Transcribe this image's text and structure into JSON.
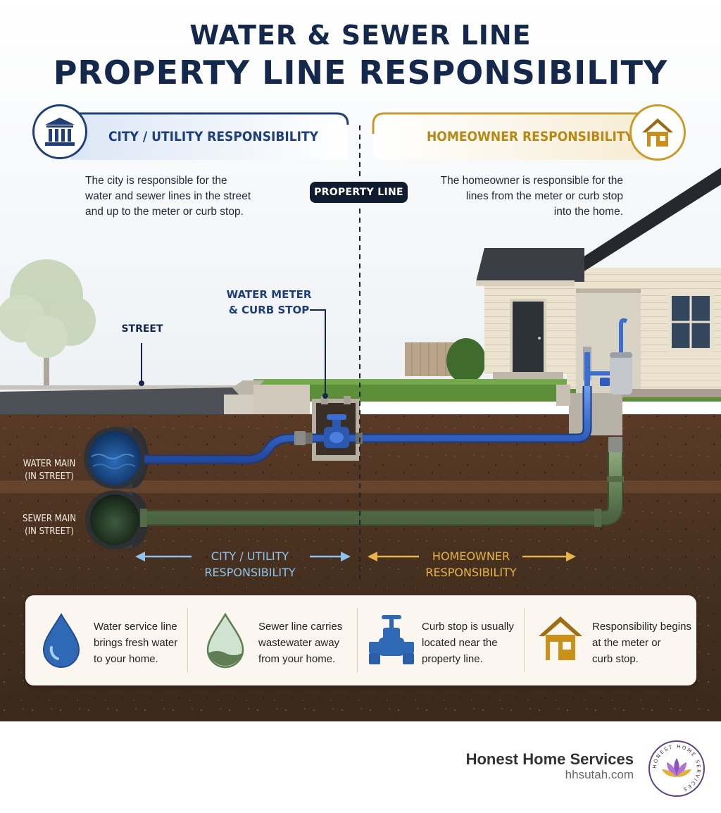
{
  "title": {
    "line1": "WATER & SEWER LINE",
    "line2": "PROPERTY LINE RESPONSIBILITY"
  },
  "city": {
    "banner": "CITY / UTILITY RESPONSIBILITY",
    "description": "The city is responsible for the\nwater and sewer lines in the street\nand up to the meter or curb stop.",
    "icon": "government-building-icon",
    "arrow_label": "CITY / UTILITY\nRESPONSIBILITY"
  },
  "homeowner": {
    "banner": "HOMEOWNER RESPONSIBILITY",
    "description": "The homeowner is responsible for the\nlines from the meter or curb stop\ninto the home.",
    "icon": "house-icon",
    "arrow_label": "HOMEOWNER\nRESPONSIBILITY"
  },
  "property_line_label": "PROPERTY LINE",
  "labels": {
    "street": "STREET",
    "meter": "WATER METER\n& CURB STOP",
    "water_main": "WATER MAIN\n(IN STREET)",
    "sewer_main": "SEWER MAIN\n(IN STREET)"
  },
  "info": [
    {
      "icon": "water-drop-icon",
      "text": "Water service line\nbrings fresh water\nto your home."
    },
    {
      "icon": "wastewater-drop-icon",
      "text": "Sewer line carries\nwastewater away\nfrom your home."
    },
    {
      "icon": "valve-icon",
      "text": "Curb stop is usually\nlocated near the\nproperty line."
    },
    {
      "icon": "house-icon",
      "text": "Responsibility begins\nat the meter or\ncurb stop."
    }
  ],
  "brand": {
    "name": "Honest Home Services",
    "url": "hhsutah.com",
    "logo_text": "HONEST HOME SERVICES",
    "icon": "lotus-logo-icon"
  },
  "colors": {
    "navy": "#14284b",
    "city_blue": "#1f3f7a",
    "homeowner_gold": "#b88714",
    "water_pipe": "#3a6fd0",
    "sewer_pipe": "#6e8a5e",
    "soil": "#4a3021",
    "grass": "#5d8f3a"
  }
}
